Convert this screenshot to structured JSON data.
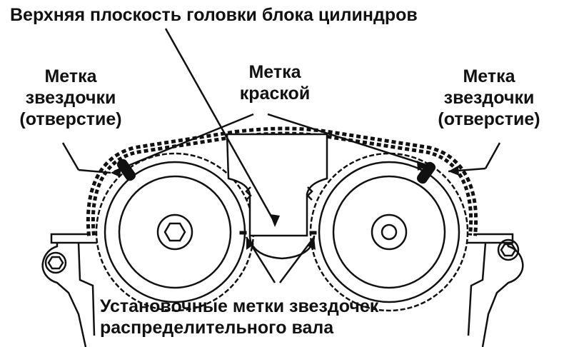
{
  "labels": {
    "top_plane": "Верхняя плоскость головки блока цилиндров",
    "left_mark": [
      "Метка",
      "звездочки",
      "(отверстие)"
    ],
    "paint_mark": [
      "Метка",
      "краской"
    ],
    "right_mark": [
      "Метка",
      "звездочки",
      "(отверстие)"
    ],
    "timing_marks": [
      "Установочные метки звездочек",
      "распределительного вала"
    ]
  },
  "colors": {
    "ink": "#111111",
    "background": "#ffffff"
  }
}
